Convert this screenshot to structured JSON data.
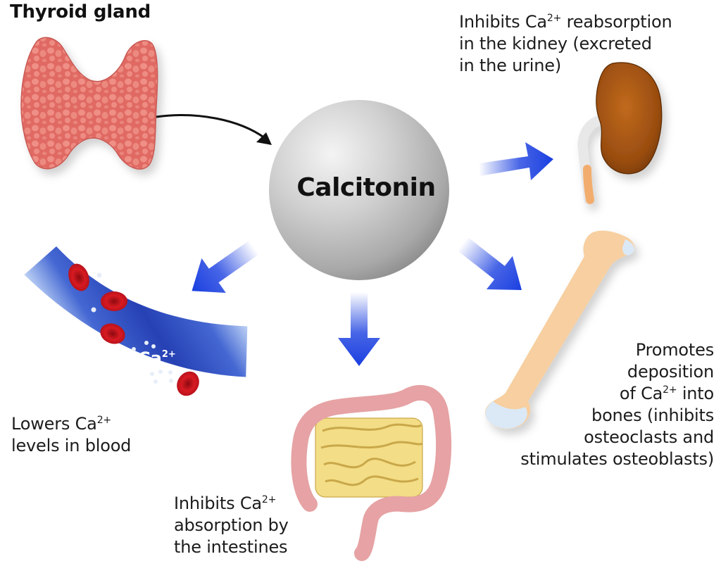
{
  "title": "Thyroid gland",
  "hormone": "Calcitonin",
  "effects": {
    "kidney": {
      "lines": [
        "Inhibits Ca",
        " reabsorption",
        "in the kidney (excreted",
        "in the urine)"
      ]
    },
    "blood": {
      "line1": "Lowers Ca",
      "line2": "levels in blood",
      "vessel_label": "Ca",
      "vessel_sup": "2+"
    },
    "intestine": {
      "line1": "Inhibits Ca",
      "line2": "absorption by",
      "line3": "the intestines"
    },
    "bone": {
      "line1": "Promotes",
      "line2": "deposition",
      "line3a": "of Ca",
      "line3b": " into",
      "line4": "bones (inhibits",
      "line5": "osteoclasts and",
      "line6": "stimulates osteoblasts)"
    }
  },
  "superscript": "2+",
  "colors": {
    "arrow_blue": "#1a3fe0",
    "thyroid": "#e0706a",
    "kidney": "#a5540f",
    "bone": "#f7cfa0",
    "vessel": "#1f3fb8",
    "rbc": "#d0101a",
    "intestine_large": "#e6a2a4",
    "intestine_small": "#f3dd86"
  }
}
